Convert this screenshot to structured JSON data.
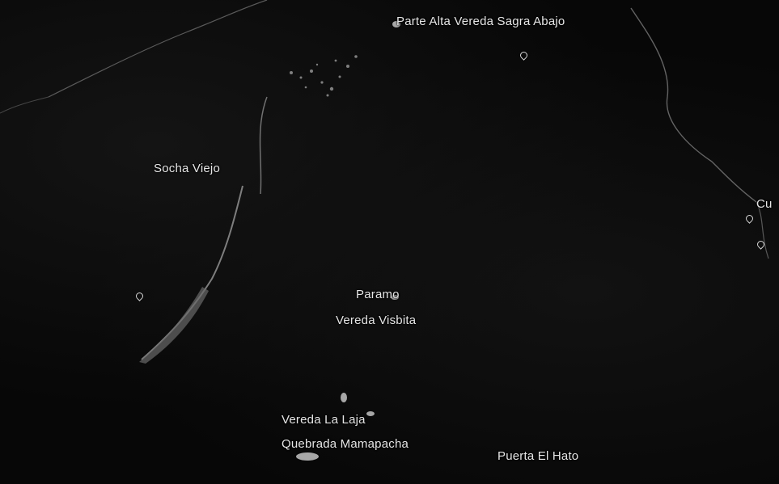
{
  "places": [
    {
      "id": "parte-alta-vereda-sagra-abajo",
      "label": "Parte Alta Vereda Sagra Abajo"
    },
    {
      "id": "socha-viejo",
      "label": "Socha Viejo"
    },
    {
      "id": "cu",
      "label": "Cu"
    },
    {
      "id": "paramo",
      "label": "Paramo"
    },
    {
      "id": "vereda-visbita",
      "label": "Vereda Visbita"
    },
    {
      "id": "vereda-la-laja",
      "label": "Vereda La Laja"
    },
    {
      "id": "quebrada-mamapacha",
      "label": "Quebrada Mamapacha"
    },
    {
      "id": "puerta-el-hato",
      "label": "Puerta El Hato"
    }
  ],
  "colors": {
    "background": "#070707",
    "label": "#e6e6e6",
    "river": "#9a9a9a"
  }
}
